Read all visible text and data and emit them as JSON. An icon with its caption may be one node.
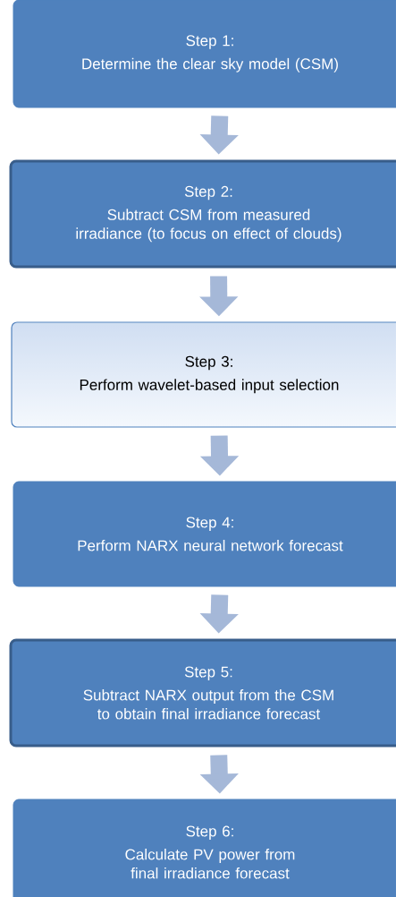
{
  "diagram": {
    "nodes": [
      {
        "text": [
          "Step 1:",
          "Determine the clear sky model (CSM)"
        ]
      },
      {
        "text": [
          "Step 2:",
          "Subtract CSM from measured irradiance (to focus on effect of clouds)"
        ]
      },
      {
        "text": [
          "Step 3:",
          "Perform wavelet-based input selection"
        ]
      },
      {
        "text": [
          "Step 4:",
          "Perform NARX neural network forecast"
        ]
      },
      {
        "text": [
          "Step 5:",
          "Subtract NARX output from the CSM to obtain final irradiance forecast"
        ]
      },
      {
        "text": [
          "Step 6:",
          "Calculate PV power from final irradiance forecast"
        ]
      }
    ],
    "edges": [
      {
        "from": 0,
        "to": 1,
        "arrow": "to"
      },
      {
        "from": 1,
        "to": 2,
        "arrow": "to"
      },
      {
        "from": 2,
        "to": 3,
        "arrow": "to"
      },
      {
        "from": 3,
        "to": 4,
        "arrow": "to"
      },
      {
        "from": 4,
        "to": 5,
        "arrow": "to"
      }
    ]
  }
}
